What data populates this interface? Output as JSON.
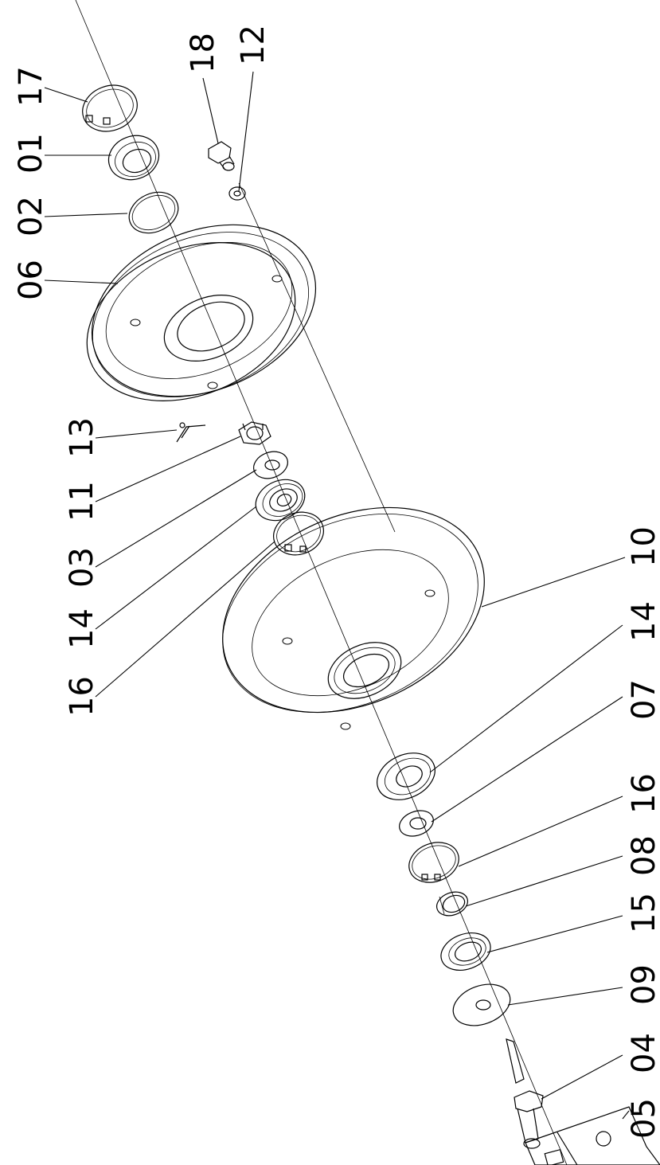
{
  "diagram": {
    "callouts": {
      "p18": "18",
      "p12": "12",
      "p17": "17",
      "p01": "01",
      "p02": "02",
      "p06": "06",
      "p13": "13",
      "p11": "11",
      "p03": "03",
      "p14a": "14",
      "p16a": "16",
      "p10": "10",
      "p14b": "14",
      "p07": "07",
      "p16b": "16",
      "p08": "08",
      "p15": "15",
      "p09": "09",
      "p04": "04",
      "p05": "05"
    }
  }
}
